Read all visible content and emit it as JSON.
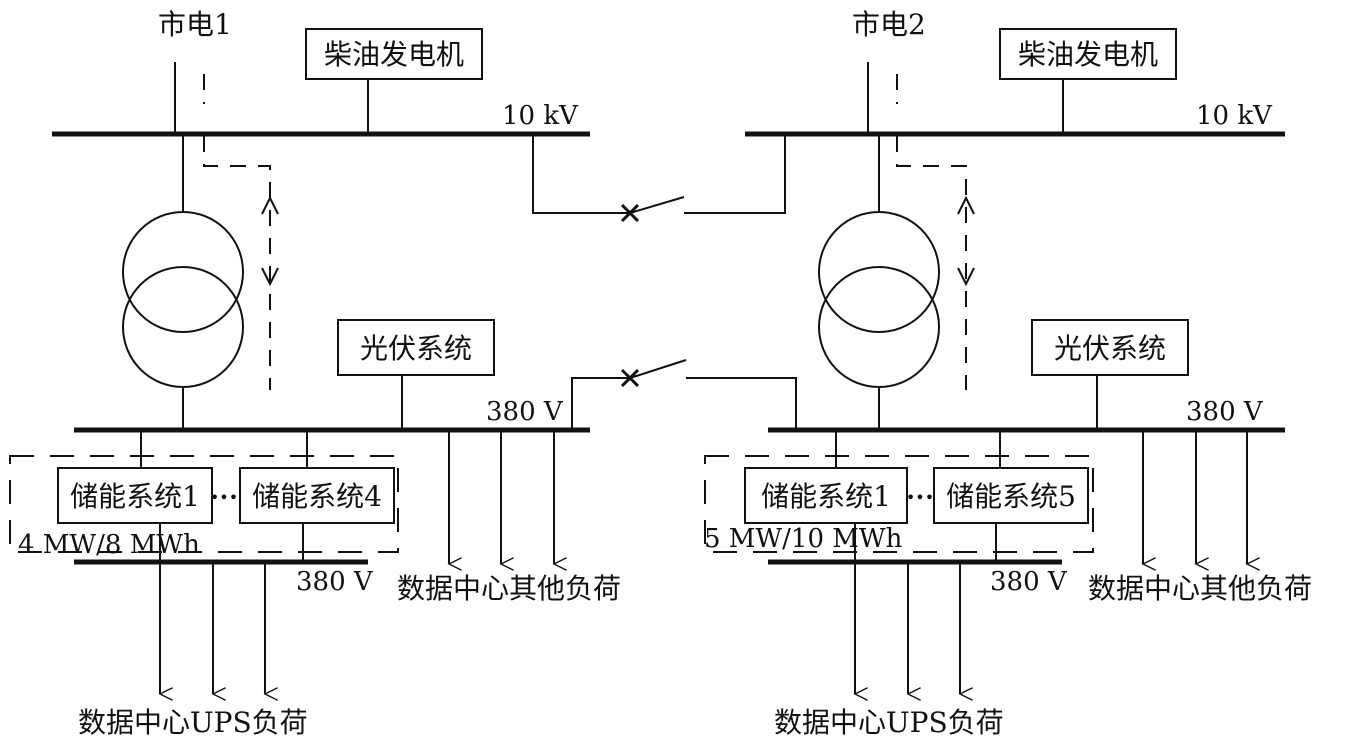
{
  "left": {
    "grid_label": "市电1",
    "generator_label": "柴油发电机",
    "hv_bus_label": "10 kV",
    "pv_label": "光伏系统",
    "lv_bus_label": "380 V",
    "storage_1_label": "储能系统1",
    "storage_dots": "•••",
    "storage_n_label": "储能系统4",
    "storage_capacity": "4 MW/8 MWh",
    "ups_bus_label": "380 V",
    "other_load_label": "数据中心其他负荷",
    "ups_load_label": "数据中心UPS负荷"
  },
  "right": {
    "grid_label": "市电2",
    "generator_label": "柴油发电机",
    "hv_bus_label": "10 kV",
    "pv_label": "光伏系统",
    "lv_bus_label": "380 V",
    "storage_1_label": "储能系统1",
    "storage_dots": "•••",
    "storage_n_label": "储能系统5",
    "storage_capacity": "5 MW/10 MWh",
    "ups_bus_label": "380 V",
    "other_load_label": "数据中心其他负荷",
    "ups_load_label": "数据中心UPS负荷"
  }
}
